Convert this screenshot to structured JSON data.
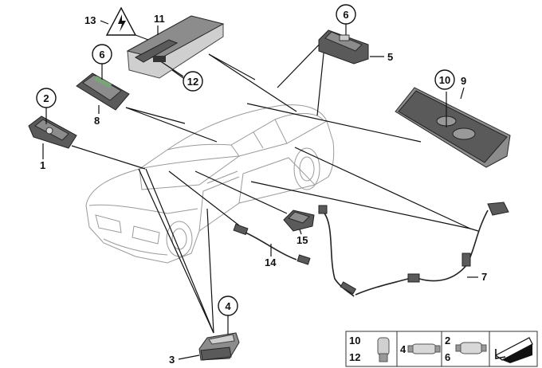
{
  "callouts": {
    "p1": "1",
    "p2": "2",
    "p3": "3",
    "p4": "4",
    "p5": "5",
    "p6a": "6",
    "p6b": "6",
    "p7": "7",
    "p8": "8",
    "p9": "9",
    "p10": "10",
    "p11": "11",
    "p12": "12",
    "p13": "13",
    "p14": "14",
    "p15": "15"
  },
  "legend": {
    "cell1_top": "10",
    "cell1_bottom": "12",
    "cell2": "4",
    "cell3_top": "2",
    "cell3_bottom": "6"
  },
  "icons": {
    "warning": "high-voltage-warning-icon",
    "next_page": "next-page-arrow-icon"
  }
}
